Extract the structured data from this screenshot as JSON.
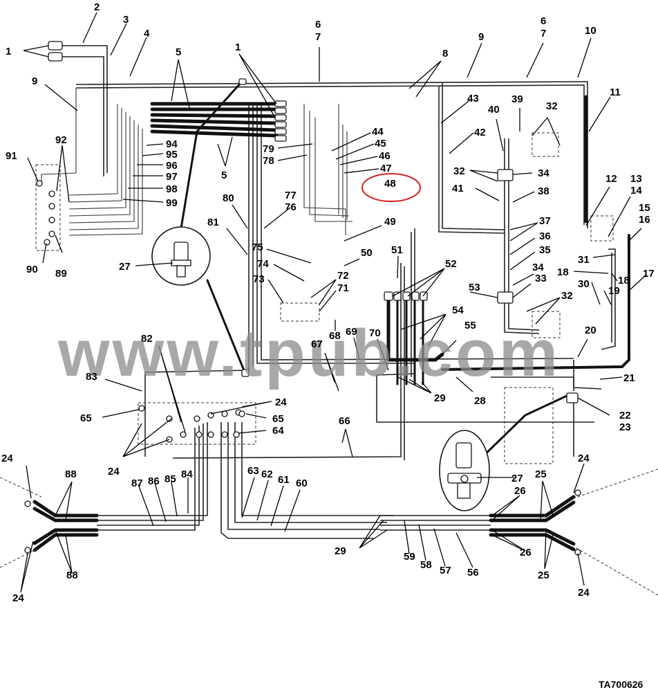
{
  "figure": {
    "id": "TA700626",
    "watermark": "www.tpub.com",
    "highlight_callout": "48"
  },
  "callouts": [
    "1",
    "2",
    "3",
    "4",
    "5",
    "9",
    "6",
    "7",
    "8",
    "9",
    "6",
    "7",
    "10",
    "11",
    "91",
    "92",
    "94",
    "95",
    "96",
    "97",
    "98",
    "99",
    "90",
    "89",
    "5",
    "1",
    "79",
    "78",
    "44",
    "45",
    "46",
    "47",
    "48",
    "43",
    "42",
    "40",
    "39",
    "32",
    "32",
    "34",
    "41",
    "38",
    "12",
    "13",
    "14",
    "15",
    "16",
    "80",
    "77",
    "76",
    "81",
    "49",
    "37",
    "36",
    "35",
    "31",
    "18",
    "18",
    "17",
    "27",
    "75",
    "74",
    "73",
    "50",
    "51",
    "52",
    "72",
    "71",
    "34",
    "33",
    "53",
    "32",
    "30",
    "19",
    "68",
    "69",
    "54",
    "55",
    "20",
    "82",
    "83",
    "65",
    "67",
    "70",
    "29",
    "28",
    "21",
    "22",
    "23",
    "24",
    "65",
    "66",
    "64",
    "24",
    "24",
    "88",
    "87",
    "86",
    "85",
    "84",
    "63",
    "62",
    "61",
    "60",
    "27",
    "25",
    "26",
    "24",
    "29",
    "59",
    "58",
    "57",
    "56",
    "26",
    "25",
    "24",
    "88",
    "24"
  ]
}
